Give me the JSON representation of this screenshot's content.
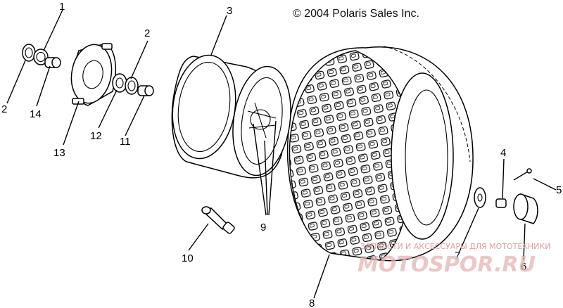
{
  "copyright": "© 2004 Polaris Sales Inc.",
  "callouts": [
    {
      "id": "c1",
      "label": "1"
    },
    {
      "id": "c2a",
      "label": "2"
    },
    {
      "id": "c2b",
      "label": "2"
    },
    {
      "id": "c3",
      "label": "3"
    },
    {
      "id": "c4",
      "label": "4"
    },
    {
      "id": "c5",
      "label": "5"
    },
    {
      "id": "c6",
      "label": "6"
    },
    {
      "id": "c7",
      "label": "7"
    },
    {
      "id": "c8",
      "label": "8"
    },
    {
      "id": "c9",
      "label": "9"
    },
    {
      "id": "c10",
      "label": "10"
    },
    {
      "id": "c11",
      "label": "11"
    },
    {
      "id": "c12",
      "label": "12"
    },
    {
      "id": "c13",
      "label": "13"
    },
    {
      "id": "c14",
      "label": "14"
    }
  ],
  "watermark": {
    "tagline": "ЗАПЧАСТИ И АКСЕССУАРЫ ДЛЯ МОТОТЕХНИКИ",
    "brand": "MOTOSPOR.RU"
  }
}
